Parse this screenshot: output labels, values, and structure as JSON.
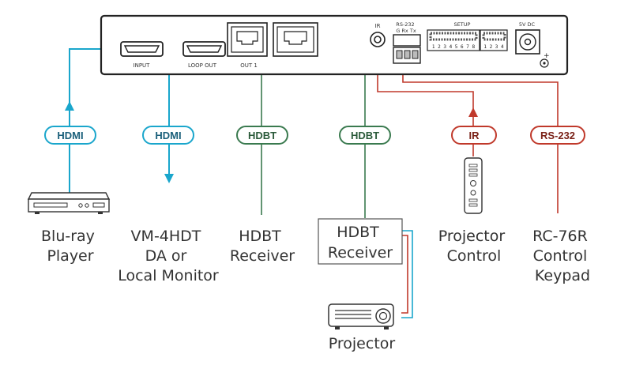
{
  "colors": {
    "hdmi": "#1aa6cc",
    "hdbt": "#3a7a4f",
    "control": "#c0392b",
    "panel_stroke": "#222222",
    "text": "#333333"
  },
  "device_panel": {
    "ports": {
      "input": "INPUT",
      "loop_out": "LOOP OUT",
      "out1": "OUT 1",
      "ir": "IR",
      "rs232": "RS-232",
      "rs232_pins": "G  Rx  Tx",
      "setup": "SETUP",
      "power": "5V DC",
      "dip_numbers_a": "1 2 3 4 5 6 7 8",
      "dip_numbers_b": "1 2 3 4"
    }
  },
  "tags": {
    "hdmi_in": "HDMI",
    "hdmi_out": "HDMI",
    "hdbt_1": "HDBT",
    "hdbt_2": "HDBT",
    "ir": "IR",
    "rs232": "RS-232"
  },
  "captions": {
    "bluray": [
      "Blu-ray",
      "Player"
    ],
    "monitor": [
      "VM-4HDT",
      "DA or",
      "Local Monitor"
    ],
    "receiver1": [
      "HDBT",
      "Receiver"
    ],
    "receiver2": [
      "HDBT",
      "Receiver"
    ],
    "projector_control": [
      "Projector",
      "Control"
    ],
    "keypad": [
      "RC-76R",
      "Control",
      "Keypad"
    ],
    "projector": "Projector"
  },
  "icons": [
    "bluray-player-icon",
    "ir-remote-icon",
    "projector-icon",
    "power-plug-icon"
  ]
}
